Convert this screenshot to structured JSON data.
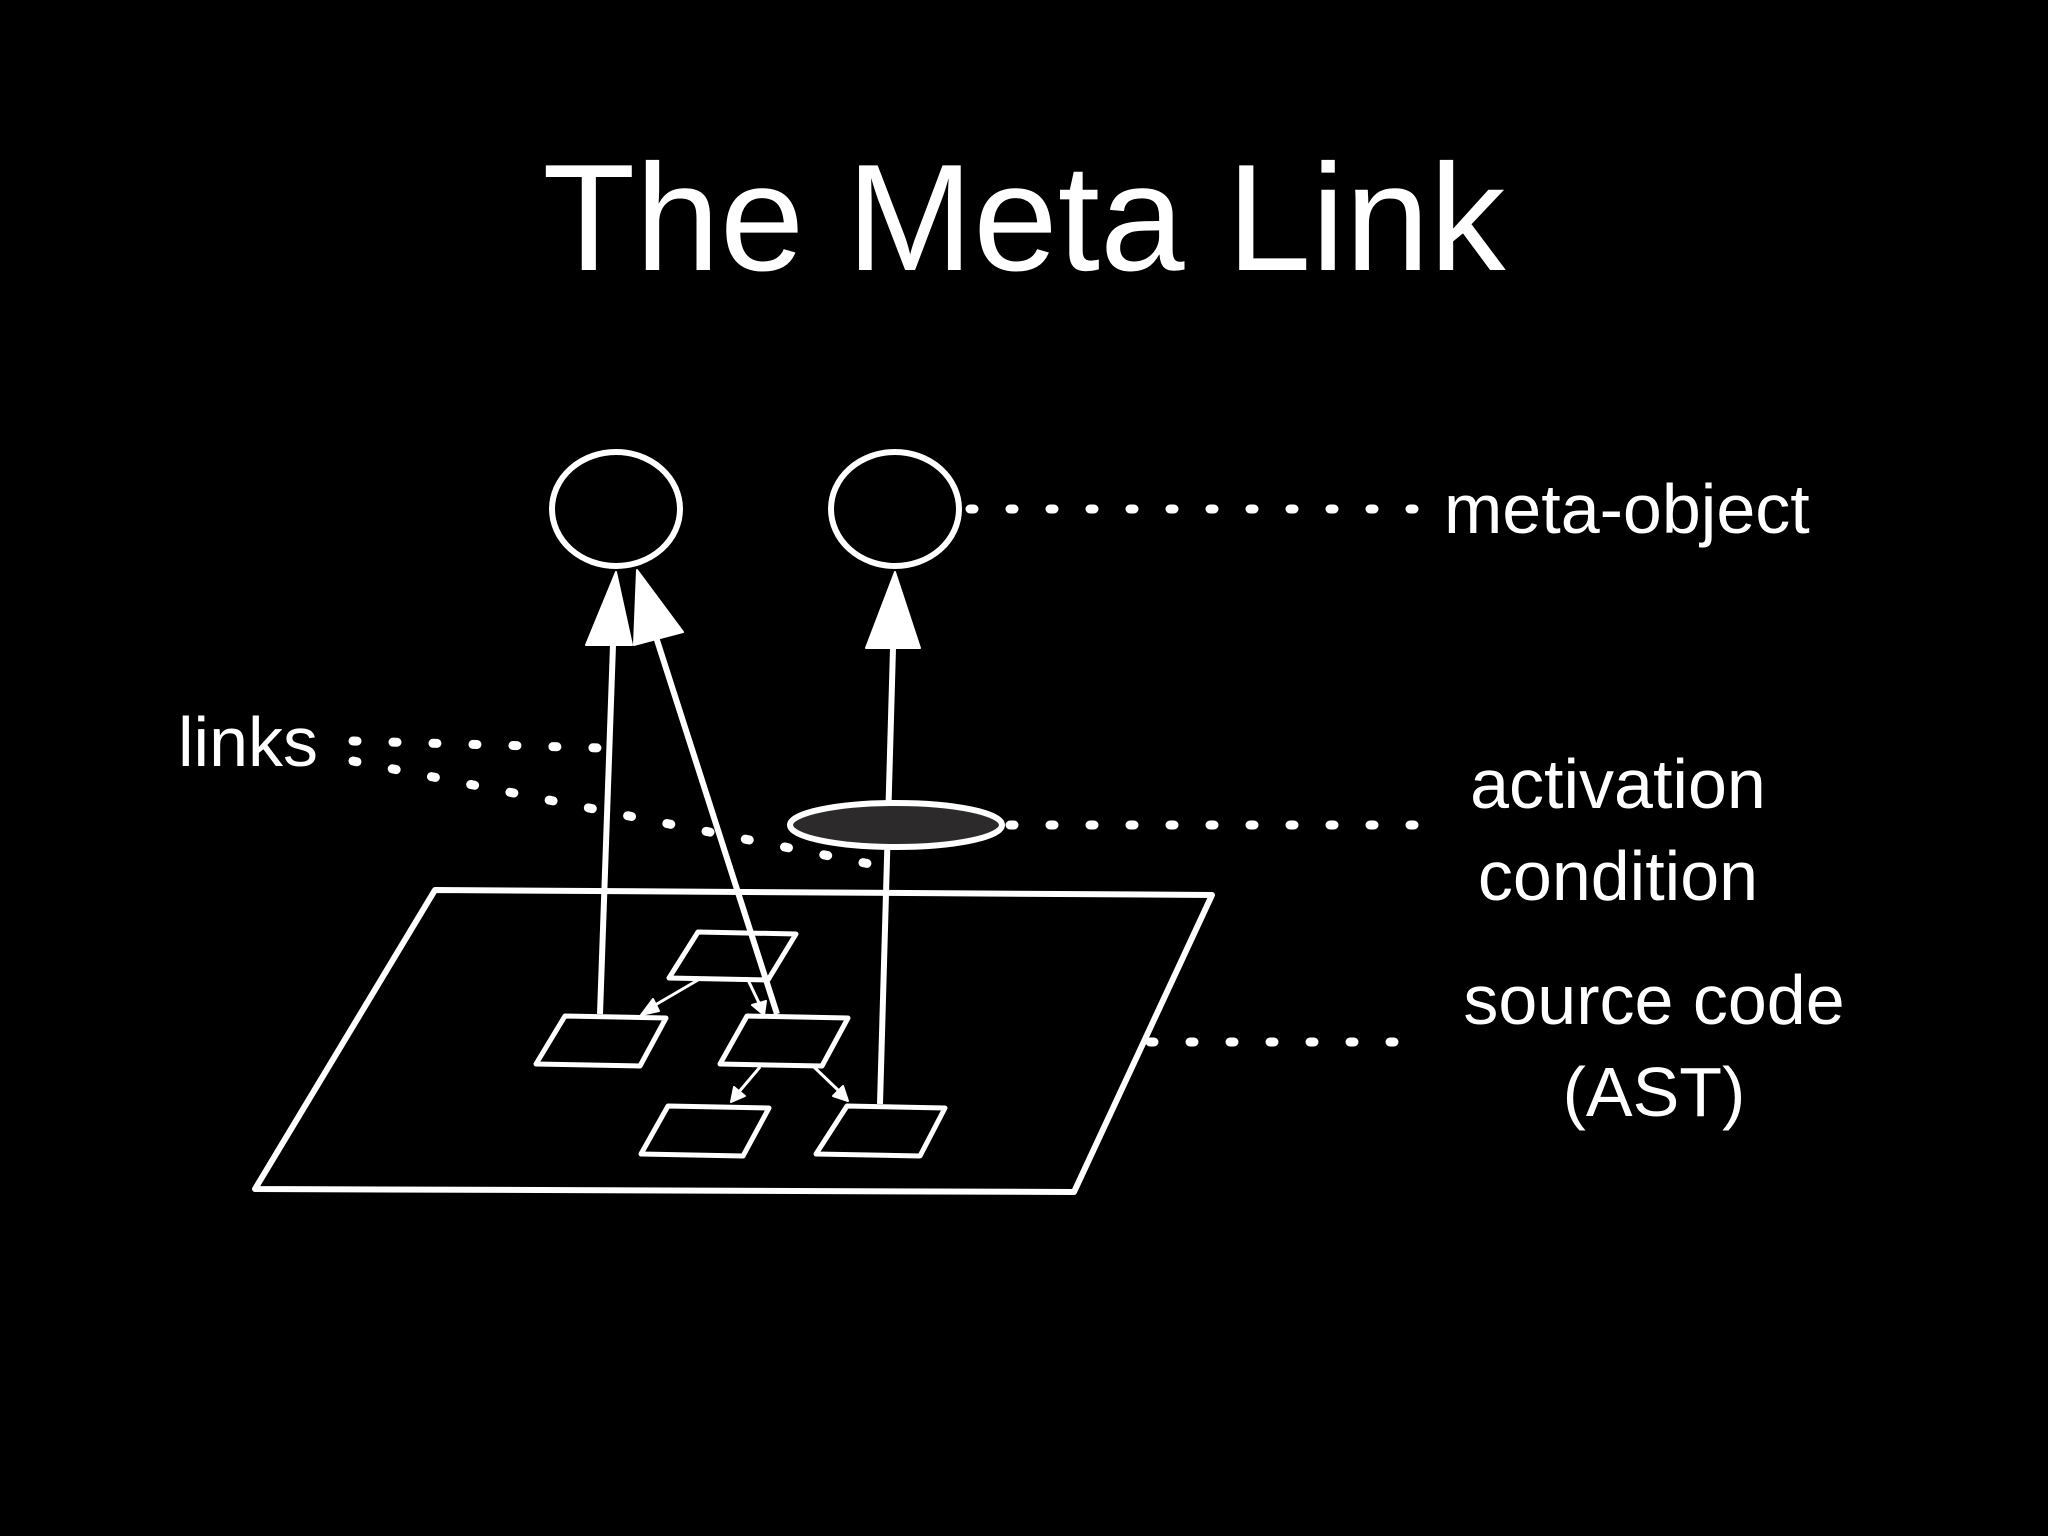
{
  "slide": {
    "title": "The Meta Link",
    "background_color": "#000000",
    "foreground_color": "#ffffff",
    "condition_fill_color": "#2c2a2b"
  },
  "labels": {
    "meta_object": "meta-object",
    "links": "links",
    "activation_line1": "activation",
    "activation_line2": "condition",
    "source_line1": "source code",
    "source_line2": "(AST)"
  }
}
